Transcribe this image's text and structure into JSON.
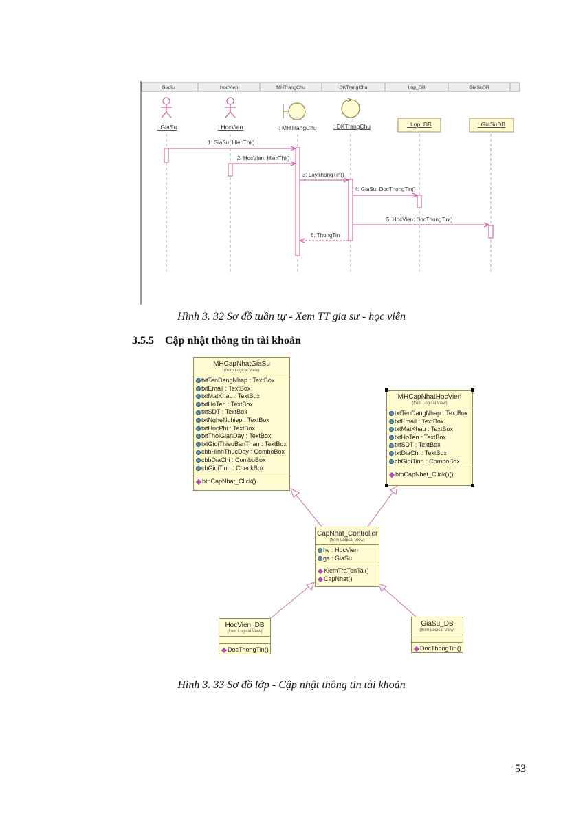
{
  "sequence_diagram": {
    "header_labels": [
      "GiaSu",
      "HocVien",
      "MHTrangChu",
      "DKTrangChu",
      "Lop_DB",
      "GiaSuDB"
    ],
    "objects": [
      ": GiaSu",
      ": HocVien",
      ": MHTrangChu",
      ": DKTrangChu",
      ": Lop_DB",
      ": GiaSuDB"
    ],
    "messages": [
      "1: GiaSu: HienThi()",
      "2: HocVien: HienThi()",
      "3: LayThongTin()",
      "4: GiaSu: DocThongTin()",
      "5: HocVien: DocThongTin()",
      "6: ThongTin"
    ]
  },
  "caption1": "Hình 3. 32 Sơ đồ tuần tự - Xem TT gia sư - học viên",
  "section": {
    "number": "3.5.5",
    "title": "Cập nhật thông tin tài khoản"
  },
  "class_diagram": {
    "classes": [
      {
        "name": "MHCapNhatGiaSu",
        "stereotype": "(from Logical View)",
        "attributes": [
          "txtTenDangNhap : TextBox",
          "txtEmail : TextBox",
          "txtMatKhau : TextBox",
          "txtHoTen : TextBox",
          "txtSDT : TextBox",
          "txtNgheNghiep : TextBox",
          "txtHocPhi : TextBox",
          "txtThoiGianDay : TextBox",
          "txtGioiThieuBanThan : TextBox",
          "cbbHinhThucDay : ComboBox",
          "cbbDiaChi : ComboBox",
          "cbGioiTinh : CheckBox"
        ],
        "operations": [
          "btnCapNhat_Click()"
        ]
      },
      {
        "name": "MHCapNhatHocVien",
        "stereotype": "(from Logical View)",
        "attributes": [
          "txtTenDangNhap : TextBox",
          "txtEmail : TextBox",
          "txtMatKhau : TextBox",
          "txtHoTen : TextBox",
          "txtSDT : TextBox",
          "txtDiaChi : TextBox",
          "cbGioiTinh : ComboBox"
        ],
        "operations": [
          "btnCapNhat_Click()()"
        ]
      },
      {
        "name": "CapNhat_Controller",
        "stereotype": "(from Logical View)",
        "attributes": [
          "hv : HocVien",
          "gs : GiaSu"
        ],
        "operations": [
          "KiemTraTonTai()",
          "CapNhat()"
        ]
      },
      {
        "name": "HocVien_DB",
        "stereotype": "(from Logical View)",
        "attributes": [],
        "operations": [
          "DocThongTin()"
        ]
      },
      {
        "name": "GiaSu_DB",
        "stereotype": "(from Logical View)",
        "attributes": [],
        "operations": [
          "DocThongTin()"
        ]
      }
    ]
  },
  "caption2": "Hình 3. 33 Sơ đồ lớp - Cập nhật thông tin tài khoản",
  "page_number": "53",
  "colors": {
    "lifeline_message": "#c8559a",
    "class_fill": "#fefcd0",
    "class_border": "#9a8a56",
    "generalization_line": "#d07ca6"
  }
}
